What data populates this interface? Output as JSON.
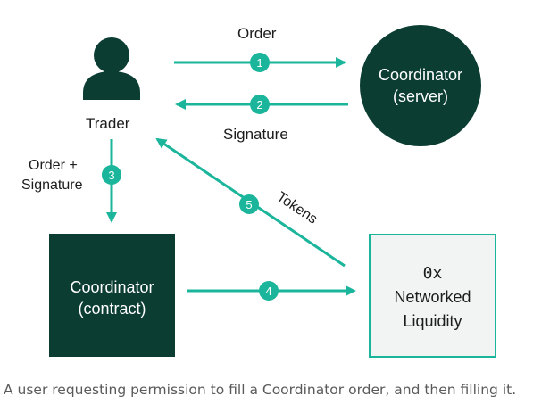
{
  "colors": {
    "dark": "#0b3d33",
    "accent": "#1ab59a",
    "liquidity_fill": "#f1f4f3"
  },
  "nodes": {
    "trader": {
      "label": "Trader",
      "icon": "person-icon"
    },
    "coordinator_server": {
      "line1": "Coordinator",
      "line2": "(server)"
    },
    "coordinator_contract": {
      "line1": "Coordinator",
      "line2": "(contract)"
    },
    "liquidity": {
      "line1": "0x",
      "line2": "Networked",
      "line3": "Liquidity"
    }
  },
  "edges": [
    {
      "step": "1",
      "label": "Order"
    },
    {
      "step": "2",
      "label": "Signature"
    },
    {
      "step": "3",
      "label_line1": "Order +",
      "label_line2": "Signature"
    },
    {
      "step": "4",
      "label": ""
    },
    {
      "step": "5",
      "label": "Tokens"
    }
  ],
  "caption": "A user requesting permission to fill a Coordinator order, and then filling it."
}
